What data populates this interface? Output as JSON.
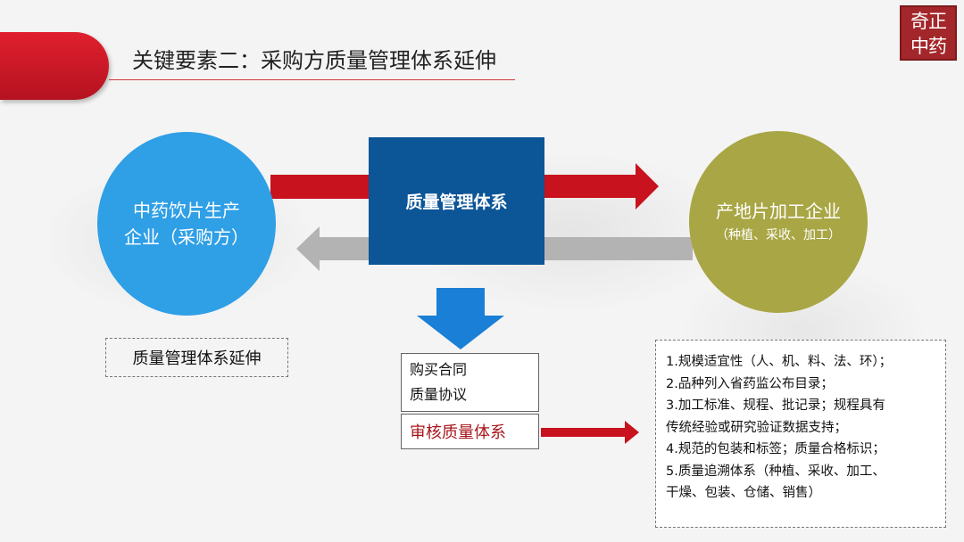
{
  "slide": {
    "title": "关键要素二：采购方质量管理体系延伸",
    "logo": [
      "奇正",
      "中药"
    ]
  },
  "nodes": {
    "buyer": {
      "line1": "中药饮片生产",
      "line2": "企业（采购方）"
    },
    "qms": {
      "label": "质量管理体系"
    },
    "supplier": {
      "line1": "产地片加工企业",
      "line2": "（种植、采收、加工）"
    }
  },
  "boxes": {
    "extension": "质量管理体系延伸",
    "contract": [
      "购买合同",
      "质量协议"
    ],
    "audit": "审核质量体系",
    "requirements": [
      "1.规模适宜性（人、机、料、法、环）；",
      "2.品种列入省药监公布目录；",
      "3.加工标准、规程、批记录；规程具有",
      "传统经验或研究验证数据支持；",
      "4.规范的包装和标签；质量合格标识；",
      "5.质量追溯体系（种植、采收、加工、",
      "干燥、包装、仓储、销售）"
    ]
  },
  "colors": {
    "accent_red": "#c8121e",
    "buyer_blue": "#2f9fe6",
    "qms_navy": "#0c5597",
    "supplier_olive": "#a9a645",
    "arrow_gray": "#b3b3b3",
    "arrow_blue": "#1a7fd6",
    "audit_text": "#a8161c"
  }
}
